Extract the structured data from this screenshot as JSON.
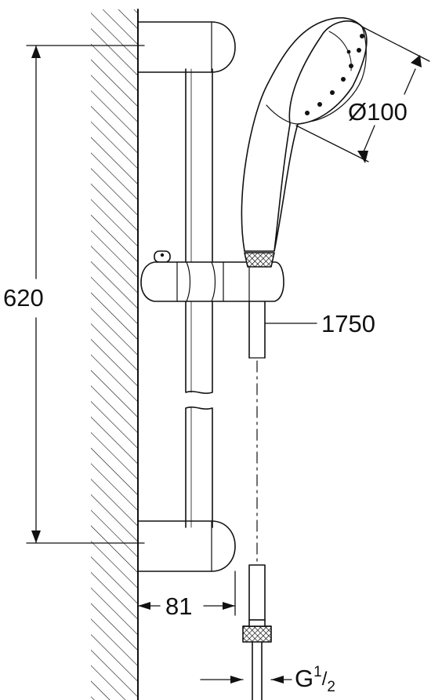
{
  "dimensions": {
    "height_rail": "620",
    "hand_shower_diameter": "Ø100",
    "hose_length": "1750",
    "wall_projection": "81",
    "thread_letter": "G",
    "thread_numerator": "1",
    "thread_slash": "/",
    "thread_denominator": "2"
  },
  "colors": {
    "line": "#111111",
    "background": "#ffffff"
  }
}
